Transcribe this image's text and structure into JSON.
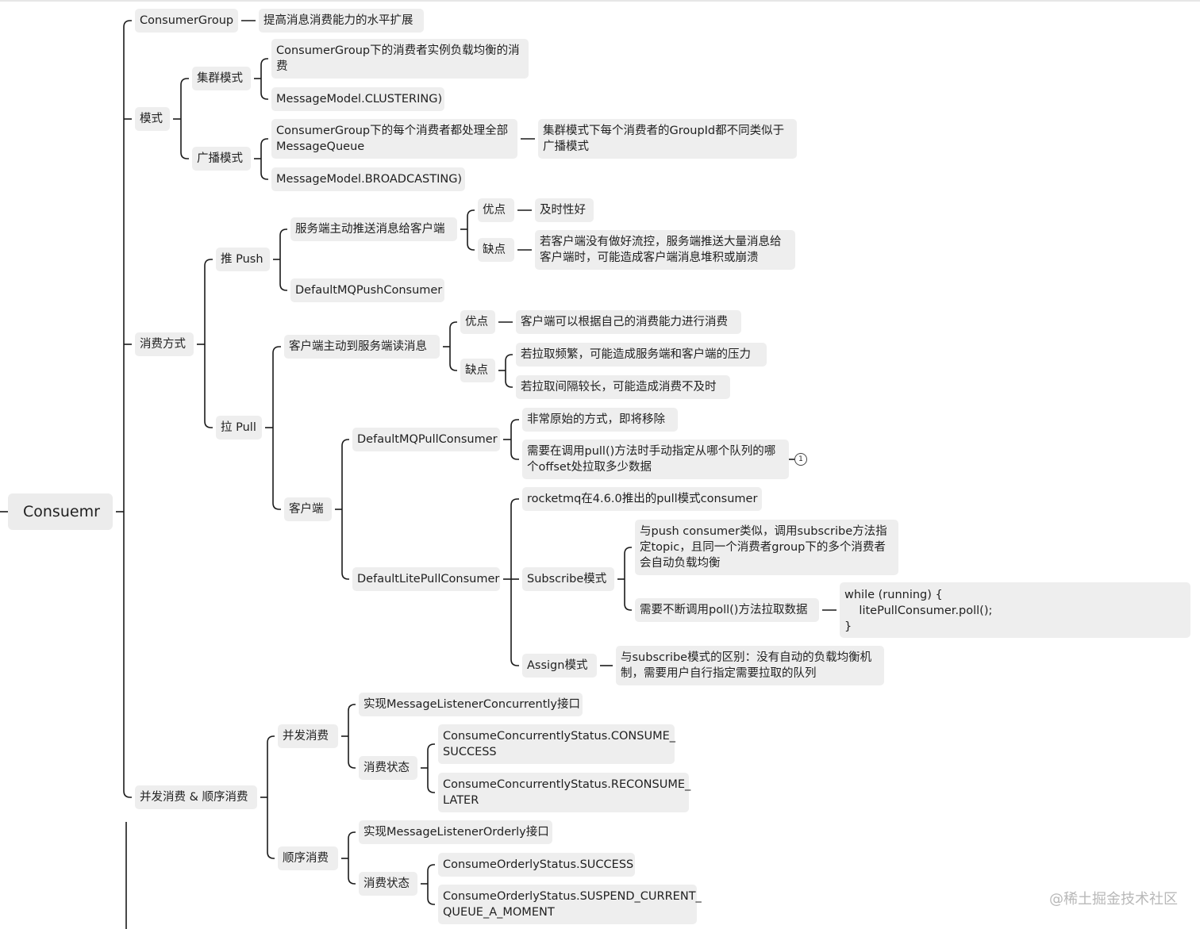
{
  "nodes": {
    "root": "Consuemr",
    "consumer_group": "ConsumerGroup",
    "consumer_group_desc": "提高消息消费能力的水平扩展",
    "mode": "模式",
    "cluster_mode": "集群模式",
    "cluster_desc": [
      "ConsumerGroup下的消费者实例负载均衡的消",
      "费"
    ],
    "cluster_enum": "MessageModel.CLUSTERING)",
    "broadcast_mode": "广播模式",
    "broadcast_desc": [
      "ConsumerGroup下的每个消费者都处理全部",
      "MessageQueue"
    ],
    "broadcast_note": [
      "集群模式下每个消费者的GroupId都不同类似于",
      "广播模式"
    ],
    "broadcast_enum": "MessageModel.BROADCASTING)",
    "consume_way": "消费方式",
    "push": "推 Push",
    "push_desc": "服务端主动推送消息给客户端",
    "push_pro": "优点",
    "push_pro_desc": "及时性好",
    "push_con": "缺点",
    "push_con_desc": [
      "若客户端没有做好流控，服务端推送大量消息给",
      "客户端时，可能造成客户端消息堆积或崩溃"
    ],
    "push_consumer": "DefaultMQPushConsumer",
    "pull": "拉 Pull",
    "pull_desc": "客户端主动到服务端读消息",
    "pull_pro": "优点",
    "pull_pro_desc": "客户端可以根据自己的消费能力进行消费",
    "pull_con": "缺点",
    "pull_con_desc1": "若拉取频繁，可能造成服务端和客户端的压力",
    "pull_con_desc2": "若拉取间隔较长，可能造成消费不及时",
    "client": "客户端",
    "pull_consumer": "DefaultMQPullConsumer",
    "pull_consumer_note1": "非常原始的方式，即将移除",
    "pull_consumer_note2": [
      "需要在调用pull()方法时手动指定从哪个队列的哪",
      "个offset处拉取多少数据"
    ],
    "marker": "1",
    "lite_consumer": "DefaultLitePullConsumer",
    "lite_intro": "rocketmq在4.6.0推出的pull模式consumer",
    "subscribe_mode": "Subscribe模式",
    "subscribe_desc": [
      "与push consumer类似，调用subscribe方法指",
      "定topic，且同一个消费者group下的多个消费者",
      "会自动负载均衡"
    ],
    "subscribe_poll": "需要不断调用poll()方法拉取数据",
    "subscribe_code": [
      "while (running) {",
      "    litePullConsumer.poll();",
      "}"
    ],
    "assign_mode": "Assign模式",
    "assign_desc": [
      "与subscribe模式的区别：没有自动的负载均衡机",
      "制，需要用户自行指定需要拉取的队列"
    ],
    "concurrent_orderly": "并发消费 & 顺序消费",
    "concurrent": "并发消费",
    "concurrent_impl": "实现MessageListenerConcurrently接口",
    "concurrent_status": "消费状态",
    "concurrent_success": [
      "ConsumeConcurrentlyStatus.CONSUME_",
      "SUCCESS"
    ],
    "concurrent_later": [
      "ConsumeConcurrentlyStatus.RECONSUME_",
      "LATER"
    ],
    "orderly": "顺序消费",
    "orderly_impl": "实现MessageListenerOrderly接口",
    "orderly_status": "消费状态",
    "orderly_success": "ConsumeOrderlyStatus.SUCCESS",
    "orderly_suspend": [
      "ConsumeOrderlyStatus.SUSPEND_CURRENT_",
      "QUEUE_A_MOMENT"
    ]
  },
  "watermark": "@稀土掘金技术社区",
  "colors": {
    "node_bg": "#eeeeee",
    "line": "#1a1a1a",
    "watermark": "#b8b8b8"
  }
}
